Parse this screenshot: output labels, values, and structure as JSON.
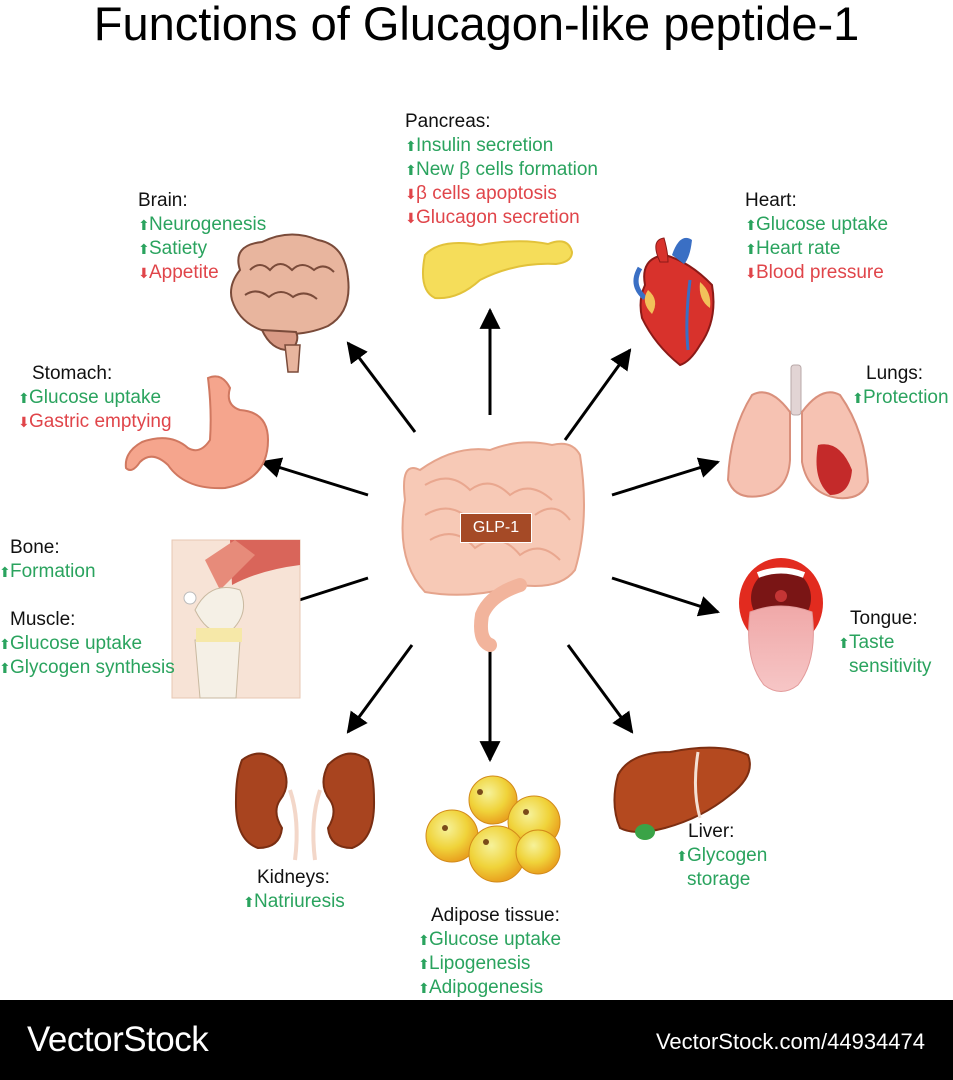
{
  "title": "Functions of Glucagon-like peptide-1",
  "center_label": "GLP-1",
  "colors": {
    "increase": "#2aa35e",
    "decrease": "#e0454a",
    "glp_badge": "#a54a26"
  },
  "organs": {
    "pancreas": {
      "name": "Pancreas:",
      "effects": [
        {
          "dir": "up",
          "text": "Insulin secretion"
        },
        {
          "dir": "up",
          "text": "New β cells formation"
        },
        {
          "dir": "down",
          "text": "β cells apoptosis"
        },
        {
          "dir": "down",
          "text": "Glucagon secretion"
        }
      ]
    },
    "brain": {
      "name": "Brain:",
      "effects": [
        {
          "dir": "up",
          "text": "Neurogenesis"
        },
        {
          "dir": "up",
          "text": "Satiety"
        },
        {
          "dir": "down",
          "text": "Appetite"
        }
      ]
    },
    "heart": {
      "name": "Heart:",
      "effects": [
        {
          "dir": "up",
          "text": "Glucose uptake"
        },
        {
          "dir": "up",
          "text": "Heart rate"
        },
        {
          "dir": "down",
          "text": "Blood pressure"
        }
      ]
    },
    "stomach": {
      "name": "Stomach:",
      "effects": [
        {
          "dir": "up",
          "text": "Glucose uptake"
        },
        {
          "dir": "down",
          "text": "Gastric emptying"
        }
      ]
    },
    "lungs": {
      "name": "Lungs:",
      "effects": [
        {
          "dir": "up",
          "text": "Protection"
        }
      ]
    },
    "bone": {
      "name": "Bone:",
      "effects": [
        {
          "dir": "up",
          "text": "Formation"
        }
      ]
    },
    "muscle": {
      "name": "Muscle:",
      "effects": [
        {
          "dir": "up",
          "text": "Glucose uptake"
        },
        {
          "dir": "up",
          "text": "Glycogen synthesis"
        }
      ]
    },
    "tongue": {
      "name": "Tongue:",
      "effects": [
        {
          "dir": "up",
          "text": "Taste"
        },
        {
          "dir": "none",
          "text": "sensitivity"
        }
      ]
    },
    "kidneys": {
      "name": "Kidneys:",
      "effects": [
        {
          "dir": "up",
          "text": "Natriuresis"
        }
      ]
    },
    "liver": {
      "name": "Liver:",
      "effects": [
        {
          "dir": "up",
          "text": "Glycogen"
        },
        {
          "dir": "none",
          "text": "storage"
        }
      ]
    },
    "adipose": {
      "name": "Adipose tissue:",
      "effects": [
        {
          "dir": "up",
          "text": "Glucose uptake"
        },
        {
          "dir": "up",
          "text": "Lipogenesis"
        },
        {
          "dir": "up",
          "text": "Adipogenesis"
        }
      ]
    }
  },
  "footer": {
    "brand": "VectorStock",
    "reference": "VectorStock.com/44934474"
  }
}
